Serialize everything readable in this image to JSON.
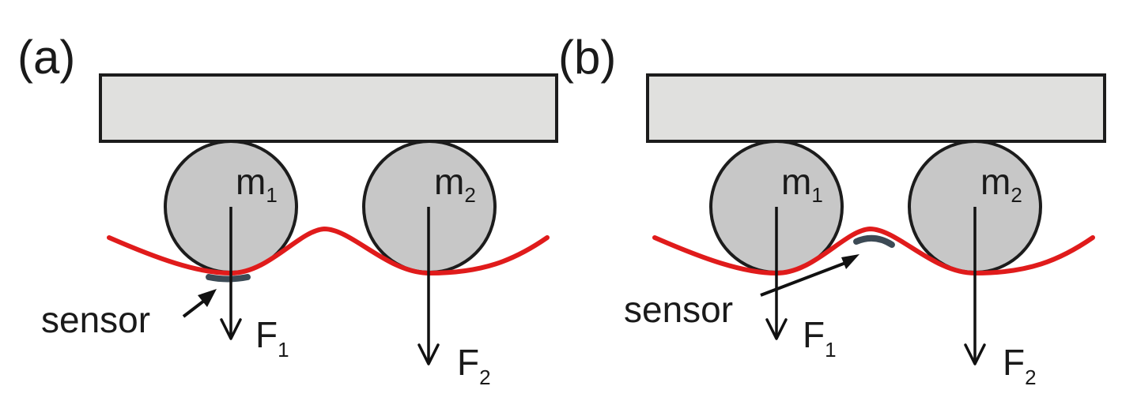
{
  "panels": [
    {
      "letter": "(a)",
      "masses": [
        {
          "name": "m",
          "sub": "1"
        },
        {
          "name": "m",
          "sub": "2"
        }
      ],
      "forces": [
        {
          "name": "F",
          "sub": "1"
        },
        {
          "name": "F",
          "sub": "2"
        }
      ],
      "sensor_label": "sensor"
    },
    {
      "letter": "(b)",
      "masses": [
        {
          "name": "m",
          "sub": "1"
        },
        {
          "name": "m",
          "sub": "2"
        }
      ],
      "forces": [
        {
          "name": "F",
          "sub": "1"
        },
        {
          "name": "F",
          "sub": "2"
        }
      ],
      "sensor_label": "sensor"
    }
  ],
  "colors": {
    "membrane": "#e01b1b",
    "sensor": "#3c4a55",
    "plate": "#e0e0de",
    "mass": "#c7c7c7"
  }
}
